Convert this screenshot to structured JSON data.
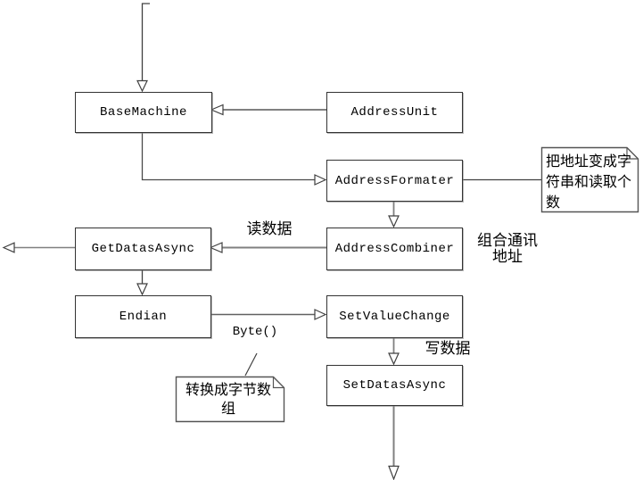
{
  "nodes": {
    "base_machine": {
      "label": "BaseMachine"
    },
    "address_unit": {
      "label": "AddressUnit"
    },
    "address_formater": {
      "label": "AddressFormater"
    },
    "get_datas_async": {
      "label": "GetDatasAsync"
    },
    "address_combiner": {
      "label": "AddressCombiner"
    },
    "endian": {
      "label": "Endian"
    },
    "set_value_change": {
      "label": "SetValueChange"
    },
    "set_datas_async": {
      "label": "SetDatasAsync"
    }
  },
  "notes": {
    "address_note": {
      "text": "把地址变成字符串和读取个数"
    },
    "byte_note": {
      "text": "转换成字节数组"
    }
  },
  "edge_labels": {
    "read_data": {
      "text": "读数据"
    },
    "combine_line1": {
      "text": "组合通讯"
    },
    "combine_line2": {
      "text": "地址"
    },
    "byte_call": {
      "text": "Byte()"
    },
    "write_data": {
      "text": "写数据"
    }
  },
  "edges": [
    {
      "from": "offscreen-top",
      "to": "base_machine",
      "label": ""
    },
    {
      "from": "address_unit",
      "to": "base_machine",
      "label": ""
    },
    {
      "from": "base_machine",
      "to": "address_formater",
      "label": ""
    },
    {
      "from": "address_formater",
      "to": "address_note",
      "label": ""
    },
    {
      "from": "address_formater",
      "to": "address_combiner",
      "label": ""
    },
    {
      "from": "address_combiner",
      "to": "get_datas_async",
      "label": "读数据"
    },
    {
      "from": "get_datas_async",
      "to": "offscreen-left",
      "label": ""
    },
    {
      "from": "get_datas_async",
      "to": "endian",
      "label": ""
    },
    {
      "from": "endian",
      "to": "set_value_change",
      "label": "Byte()"
    },
    {
      "from": "byte_note",
      "to": "byte_call",
      "label": ""
    },
    {
      "from": "set_value_change",
      "to": "set_datas_async",
      "label": "写数据"
    },
    {
      "from": "set_datas_async",
      "to": "offscreen-bottom",
      "label": ""
    },
    {
      "from": "address_combiner",
      "to": "side-label",
      "label": "组合通讯地址"
    }
  ],
  "colors": {
    "background": "#ffffff",
    "line_dark": "#404040",
    "line_gray": "#808080",
    "box_border": "#333333",
    "text": "#000000"
  }
}
